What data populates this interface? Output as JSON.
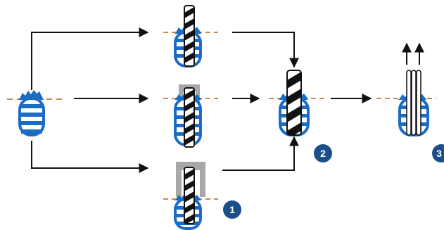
{
  "colors": {
    "blue": "#1a6cc4",
    "blueDark": "#0f4f99",
    "orange": "#c98a4a",
    "arrow": "#111111",
    "drillDark": "#111111",
    "sleeve": "#a8a8a8",
    "badge": "#1a4f8c",
    "badgeText": "#ffffff"
  },
  "badges": [
    {
      "number": "1"
    },
    {
      "number": "2"
    },
    {
      "number": "3"
    }
  ],
  "icons": {
    "bare_anchor": "anchor-icon",
    "drill": "drill-bit-icon",
    "sleeve": "drill-sleeve-icon",
    "pins": "pin-bundle-icon"
  }
}
